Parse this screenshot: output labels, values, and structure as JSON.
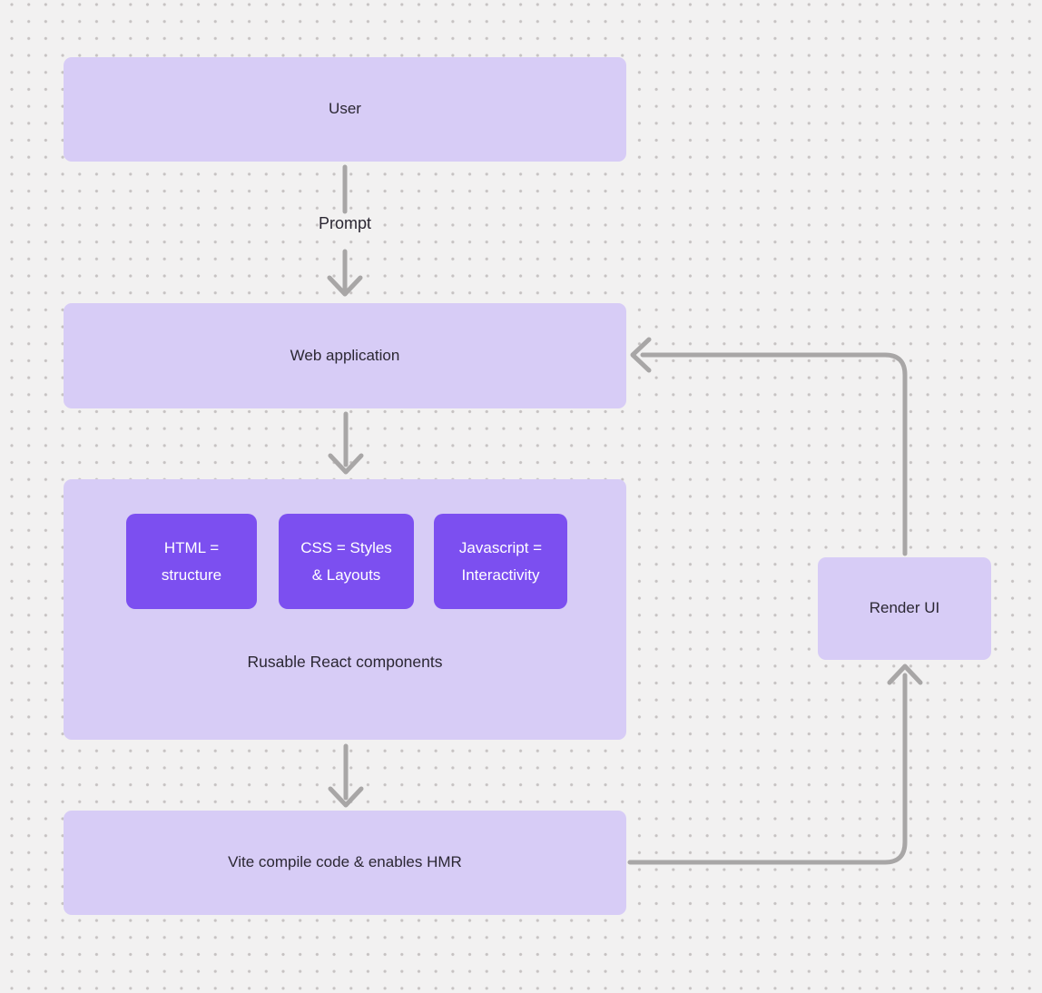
{
  "colors": {
    "background": "#f2f1f1",
    "dot_grid": "#c6c2c2",
    "node_fill": "#d7ccf6",
    "accent_fill": "#7c4ff0",
    "accent_text": "#ffffff",
    "node_text": "#2b2733",
    "arrow": "#a8a6a6"
  },
  "nodes": {
    "user": {
      "label": "User"
    },
    "web_application": {
      "label": "Web application"
    },
    "components_group": {
      "label": "Rusable React components"
    },
    "html": {
      "line1": "HTML =",
      "line2": "structure"
    },
    "css": {
      "line1": "CSS = Styles",
      "line2": "& Layouts"
    },
    "javascript": {
      "line1": "Javascript =",
      "line2": "Interactivity"
    },
    "vite": {
      "label": "Vite compile code & enables HMR"
    },
    "render_ui": {
      "label": "Render UI"
    }
  },
  "edges": {
    "prompt_label": "Prompt"
  },
  "icons": {
    "arrow_down": "chevron arrowhead pointing down",
    "arrow_left": "chevron arrowhead pointing left",
    "arrow_up": "chevron arrowhead pointing up"
  }
}
